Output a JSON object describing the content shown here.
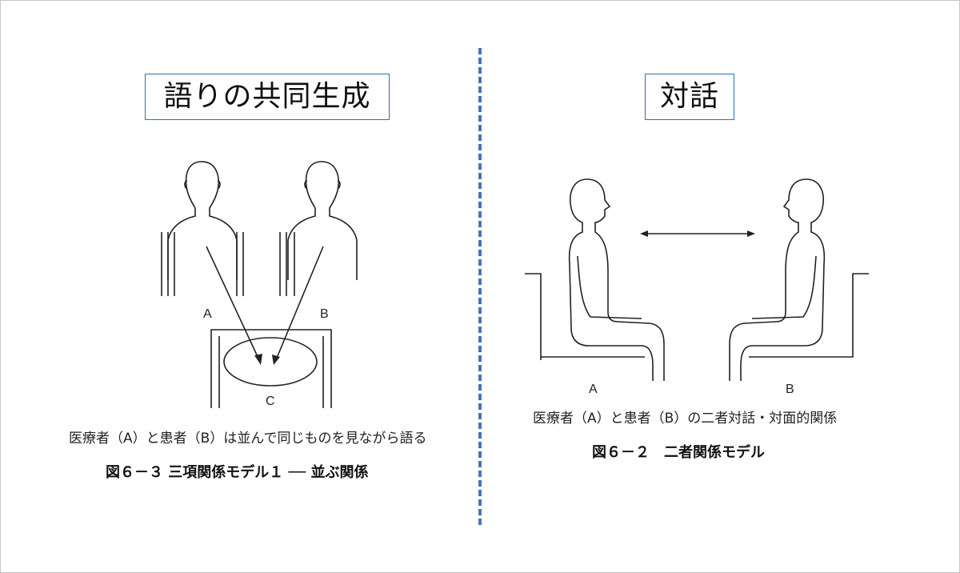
{
  "left": {
    "title": "語りの共同生成",
    "label_a": "A",
    "label_b": "B",
    "label_c": "C",
    "caption": "医療者（A）と患者（B）は並んで同じものを見ながら語る",
    "figure": "図６－３ 三項関係モデル１ ── 並ぶ関係"
  },
  "right": {
    "title": "対話",
    "label_a": "A",
    "label_b": "B",
    "caption": "医療者（A）と患者（B）の二者対話・対面的関係",
    "figure": "図６－２　二者関係モデル"
  },
  "colors": {
    "title_border": "#2e6fb5",
    "divider": "#4672c4"
  }
}
